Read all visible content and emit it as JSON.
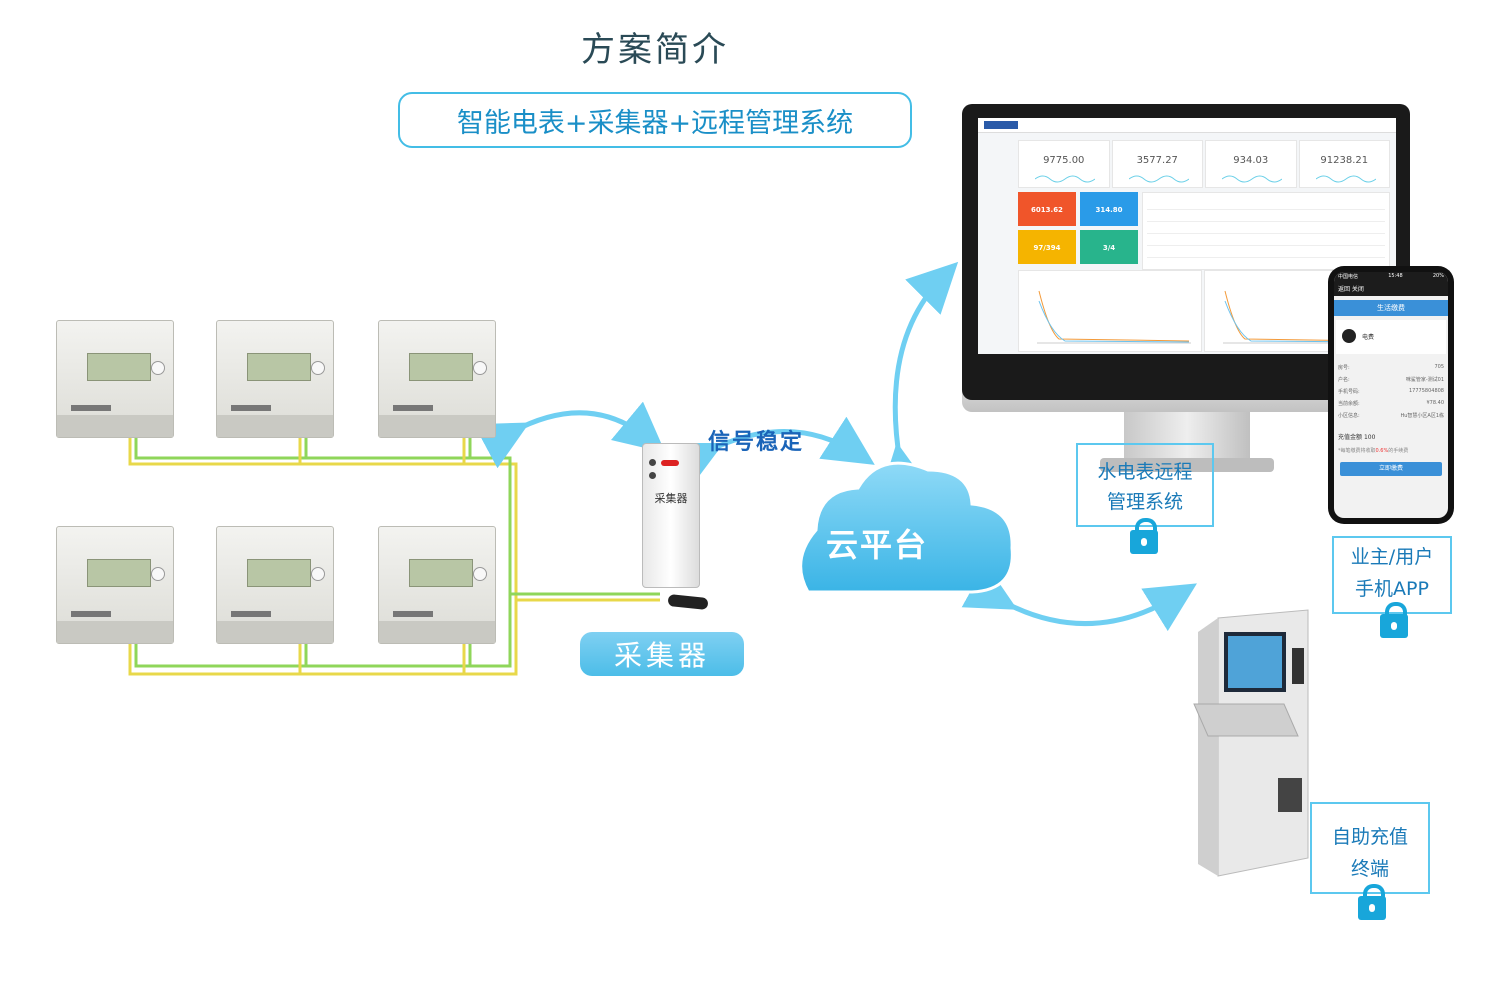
{
  "page": {
    "title": "方案简介",
    "subtitle": "智能电表+采集器+远程管理系统"
  },
  "collector": {
    "pill_label": "采集器",
    "device_text": "采集器",
    "signal_label": "信号稳定"
  },
  "cloud": {
    "label": "云平台"
  },
  "dashboard": {
    "stats": [
      "9775.00",
      "3577.27",
      "934.03",
      "91238.21"
    ],
    "tiles": [
      {
        "value": "6013.62",
        "color": "#f0552a"
      },
      {
        "value": "314.80",
        "color": "#2a9be8"
      },
      {
        "value": "97/394",
        "color": "#f5b400"
      },
      {
        "value": "3/4",
        "color": "#28b48c"
      }
    ]
  },
  "phone": {
    "carrier": "中国电信",
    "time": "15:48",
    "battery": "20%",
    "nav": "返回 关闭",
    "header": "生活缴费",
    "service": "电费",
    "fields": [
      {
        "k": "房号:",
        "v": "705"
      },
      {
        "k": "户名:",
        "v": "咪鲨管家-测试01"
      },
      {
        "k": "手机号码:",
        "v": "17775804808"
      },
      {
        "k": "当前余额:",
        "v": "¥78.40"
      },
      {
        "k": "小区信息:",
        "v": "Hu智慧小区A区1栋"
      }
    ],
    "amount_label": "充值金额",
    "amount_value": "100",
    "fee_note_pre": "*每笔缴费将收取",
    "fee_rate": "0.6%",
    "fee_note_post": "的手续费",
    "pay_button": "立即缴费"
  },
  "labels": {
    "monitor": [
      "水电表远程",
      "管理系统"
    ],
    "phone": [
      "业主/用户",
      "手机APP"
    ],
    "kiosk": [
      "自助充值",
      "终端"
    ]
  },
  "colors": {
    "accent": "#43bde6",
    "cloud": "#5ac6ee",
    "wire_yellow": "#e8d84a",
    "wire_green": "#8fd65a"
  }
}
